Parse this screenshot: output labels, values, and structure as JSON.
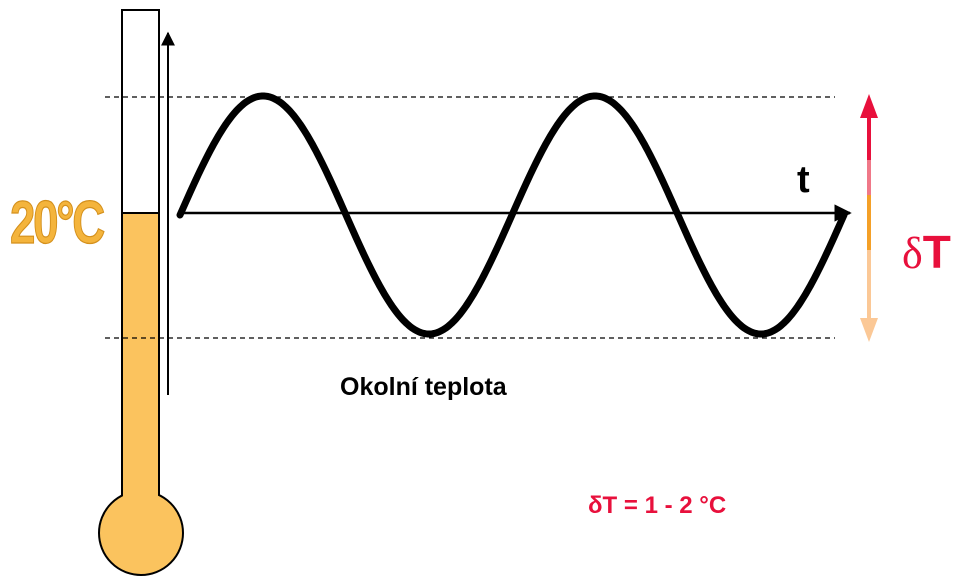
{
  "thermometer": {
    "temperature_label": "20°C",
    "colors": {
      "fill": "#fbc35e",
      "outline": "#000000",
      "label": "#f4b43c"
    }
  },
  "axis": {
    "time_label": "t"
  },
  "wave": {
    "caption": "Okolní teplota",
    "color": "#000000"
  },
  "delta": {
    "symbol": "δ",
    "letter": "T",
    "formula": "δT = 1 - 2 °C",
    "colors": {
      "arrow_top": "#e8103c",
      "arrow_mid": "#f4a028",
      "arrow_bottom": "#fbc896",
      "text": "#e8103c"
    }
  }
}
